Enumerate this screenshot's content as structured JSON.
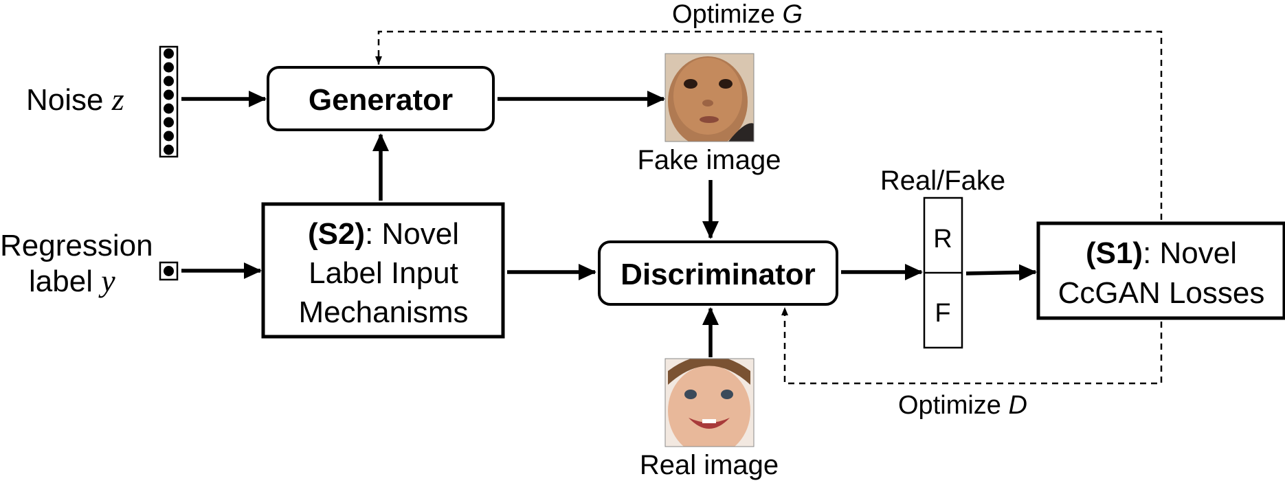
{
  "noise": {
    "text": "Noise ",
    "var": "z"
  },
  "regression": {
    "line1": "Regression",
    "line2": "label ",
    "var": "y"
  },
  "generator": {
    "label": "Generator"
  },
  "s2": {
    "tag": "(S2)",
    "line1_rest": ": Novel",
    "line2": "Label Input",
    "line3": "Mechanisms"
  },
  "fake_image": {
    "caption": "Fake image"
  },
  "real_image": {
    "caption": "Real image"
  },
  "discriminator": {
    "label": "Discriminator"
  },
  "realfake": {
    "title": "Real/Fake",
    "r": "R",
    "f": "F"
  },
  "s1": {
    "tag": "(S1)",
    "line1_rest": ": Novel",
    "line2": "CcGAN Losses"
  },
  "optimize_g": {
    "text": "Optimize ",
    "var": "G"
  },
  "optimize_d": {
    "text": "Optimize ",
    "var": "D"
  },
  "noise_vector": {
    "dots": 8
  }
}
